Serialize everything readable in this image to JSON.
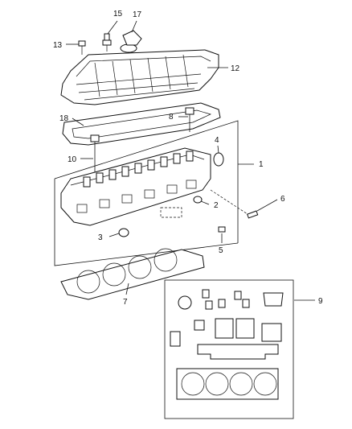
{
  "callouts": [
    {
      "id": "1",
      "text": "1"
    },
    {
      "id": "2",
      "text": "2"
    },
    {
      "id": "3",
      "text": "3"
    },
    {
      "id": "4",
      "text": "4"
    },
    {
      "id": "5",
      "text": "5"
    },
    {
      "id": "6",
      "text": "6"
    },
    {
      "id": "7",
      "text": "7"
    },
    {
      "id": "8",
      "text": "8"
    },
    {
      "id": "9",
      "text": "9"
    },
    {
      "id": "10",
      "text": "10"
    },
    {
      "id": "12",
      "text": "12"
    },
    {
      "id": "13",
      "text": "13"
    },
    {
      "id": "15",
      "text": "15"
    },
    {
      "id": "17",
      "text": "17"
    },
    {
      "id": "18",
      "text": "18"
    }
  ],
  "colors": {
    "line": "#111111",
    "background": "#ffffff"
  }
}
